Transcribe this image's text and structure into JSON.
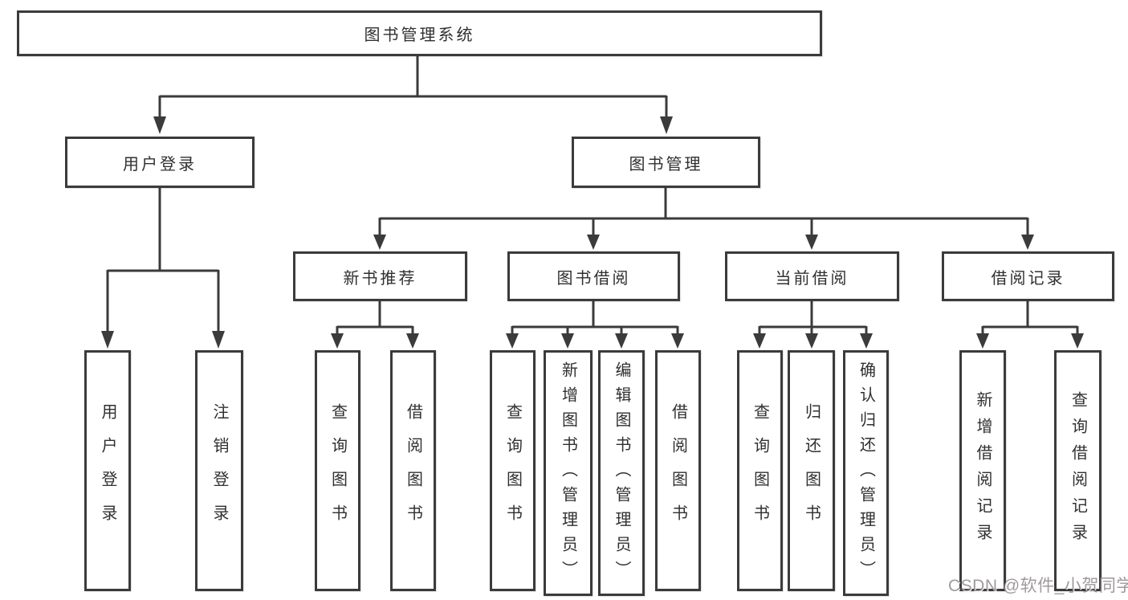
{
  "tree": {
    "root": "图书管理系统",
    "branches": [
      {
        "label": "用户登录",
        "children": [
          {
            "label": "用户登录"
          },
          {
            "label": "注销登录"
          }
        ]
      },
      {
        "label": "图书管理",
        "children": [
          {
            "label": "新书推荐",
            "children": [
              {
                "label": "查询图书"
              },
              {
                "label": "借阅图书"
              }
            ]
          },
          {
            "label": "图书借阅",
            "children": [
              {
                "label": "查询图书"
              },
              {
                "label": "新增图书（管理员）"
              },
              {
                "label": "编辑图书（管理员）"
              },
              {
                "label": "借阅图书"
              }
            ]
          },
          {
            "label": "当前借阅",
            "children": [
              {
                "label": "查询图书"
              },
              {
                "label": "归还图书"
              },
              {
                "label": "确认归还（管理员）"
              }
            ]
          },
          {
            "label": "借阅记录",
            "children": [
              {
                "label": "新增借阅记录"
              },
              {
                "label": "查询借阅记录"
              }
            ]
          }
        ]
      }
    ]
  },
  "colors": {
    "line": "#3b3b3b",
    "text": "#303030",
    "watermark_gray": "#8e888a"
  },
  "watermark": {
    "text": "CSDN @软件_小贺同学"
  }
}
